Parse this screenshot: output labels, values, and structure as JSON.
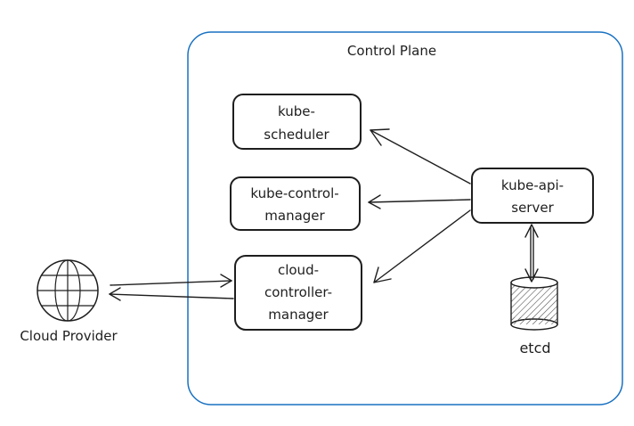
{
  "colors": {
    "frame": "#1971c2",
    "stroke": "#1e1e1e",
    "hatch": "#555555"
  },
  "control_plane": {
    "title": "Control Plane"
  },
  "nodes": {
    "kube_scheduler": [
      "kube-",
      "scheduler"
    ],
    "kube_controller_manager": [
      "kube-control-",
      "manager"
    ],
    "cloud_controller_manager": [
      "cloud-",
      "controller-",
      "manager"
    ],
    "kube_api_server": [
      "kube-api-",
      "server"
    ],
    "etcd": "etcd",
    "cloud_provider": "Cloud Provider"
  },
  "icons": {
    "globe": "globe-icon",
    "database": "database-icon"
  }
}
